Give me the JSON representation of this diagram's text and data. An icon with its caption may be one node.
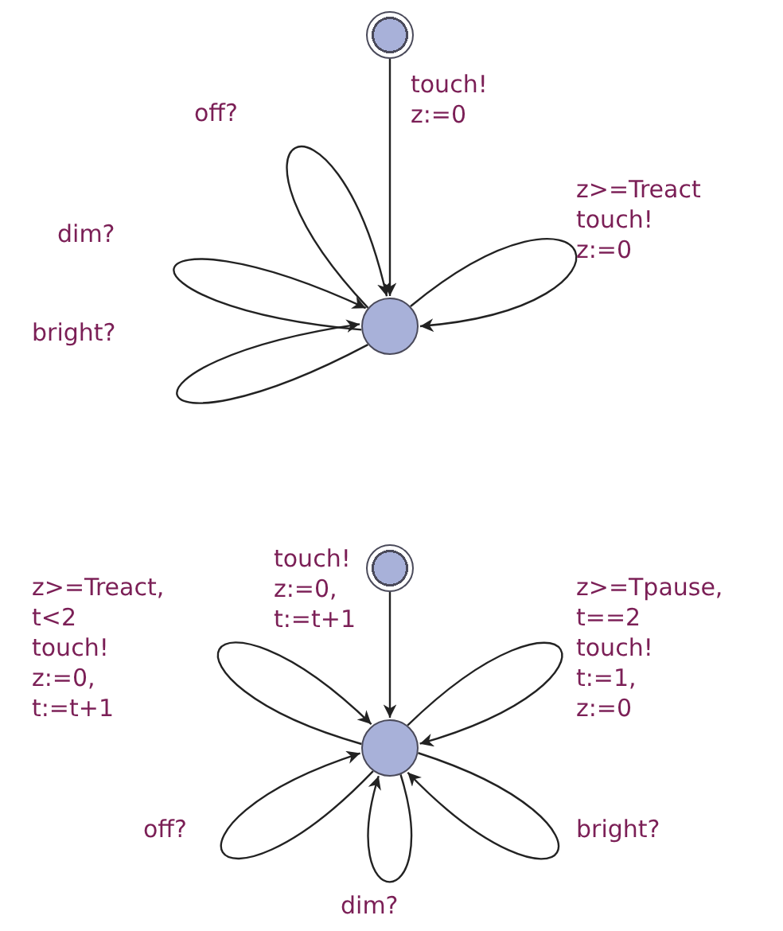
{
  "diagram": {
    "nodes": [
      {
        "text": [],
        "shape": "circle"
      },
      {
        "text": [],
        "shape": "circle"
      },
      {
        "text": [],
        "shape": "circle"
      },
      {
        "text": [],
        "shape": "circle"
      }
    ],
    "edges": [
      {
        "from": 0,
        "to": 1,
        "arrow": "to",
        "label": "touch! z:=0"
      },
      {
        "from": 1,
        "to": 1,
        "arrow": "to",
        "label": "off?"
      },
      {
        "from": 1,
        "to": 1,
        "arrow": "to",
        "label": "dim?"
      },
      {
        "from": 1,
        "to": 1,
        "arrow": "to",
        "label": "bright?"
      },
      {
        "from": 1,
        "to": 1,
        "arrow": "to",
        "label": "z>=Treact touch! z:=0"
      },
      {
        "from": 2,
        "to": 3,
        "arrow": "to",
        "label": "touch! z:=0, t:=t+1"
      },
      {
        "from": 3,
        "to": 3,
        "arrow": "to",
        "label": "z>=Treact, t<2 touch! z:=0, t:=t+1"
      },
      {
        "from": 3,
        "to": 3,
        "arrow": "to",
        "label": "z>=Tpause, t==2 touch! t:=1, z:=0"
      },
      {
        "from": 3,
        "to": 3,
        "arrow": "to",
        "label": "off?"
      },
      {
        "from": 3,
        "to": 3,
        "arrow": "to",
        "label": "dim?"
      },
      {
        "from": 3,
        "to": 3,
        "arrow": "to",
        "label": "bright?"
      }
    ]
  }
}
